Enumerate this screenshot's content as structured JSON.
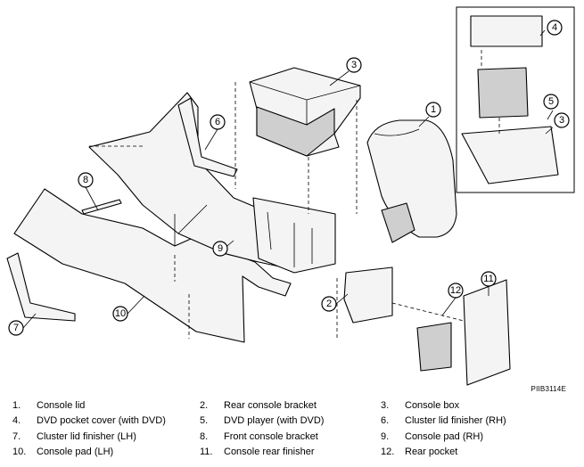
{
  "figure_code": "PIIB3114E",
  "callouts": [
    "1",
    "2",
    "3",
    "3",
    "4",
    "5",
    "6",
    "7",
    "8",
    "9",
    "10",
    "11",
    "12"
  ],
  "legend": [
    [
      {
        "num": "1.",
        "label": "Console lid"
      },
      {
        "num": "2.",
        "label": "Rear console bracket"
      },
      {
        "num": "3.",
        "label": "Console box"
      }
    ],
    [
      {
        "num": "4.",
        "label": "DVD pocket cover (with DVD)"
      },
      {
        "num": "5.",
        "label": "DVD player (with DVD)"
      },
      {
        "num": "6.",
        "label": "Cluster lid finisher (RH)"
      }
    ],
    [
      {
        "num": "7.",
        "label": "Cluster lid finisher (LH)"
      },
      {
        "num": "8.",
        "label": "Front console bracket"
      },
      {
        "num": "9.",
        "label": "Console pad (RH)"
      }
    ],
    [
      {
        "num": "10.",
        "label": "Console pad (LH)"
      },
      {
        "num": "11.",
        "label": "Console rear finisher"
      },
      {
        "num": "12.",
        "label": "Rear pocket"
      }
    ]
  ]
}
